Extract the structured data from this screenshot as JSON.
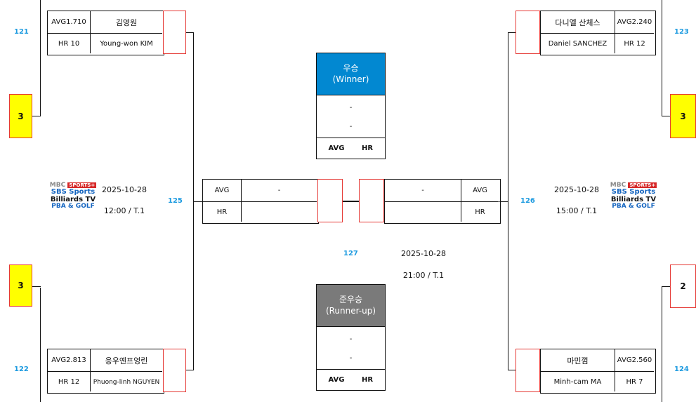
{
  "matches": {
    "m121": {
      "num": "121"
    },
    "m122": {
      "num": "122"
    },
    "m123": {
      "num": "123"
    },
    "m124": {
      "num": "124"
    },
    "m125": {
      "num": "125",
      "date": "2025-10-28",
      "time": "12:00 / T.1"
    },
    "m126": {
      "num": "126",
      "date": "2025-10-28",
      "time": "15:00 / T.1"
    },
    "m127": {
      "num": "127",
      "date": "2025-10-28",
      "time": "21:00 / T.1"
    }
  },
  "players": {
    "p121": {
      "avg": "AVG1.710",
      "name_kr": "김영원",
      "hr": "HR 10",
      "name_en": "Young-won KIM"
    },
    "p122": {
      "avg": "AVG2.813",
      "name_kr": "응우옌프엉린",
      "hr": "HR 12",
      "name_en": "Phuong-linh NGUYEN"
    },
    "p123": {
      "avg": "AVG2.240",
      "name_kr": "다니엘 산체스",
      "hr": "HR 12",
      "name_en": "Daniel SANCHEZ"
    },
    "p124": {
      "avg": "AVG2.560",
      "name_kr": "마민껌",
      "hr": "HR 7",
      "name_en": "Minh-cam MA"
    }
  },
  "scores": {
    "left_top": "3",
    "left_bottom": "3",
    "right_top": "3",
    "right_bottom": "2"
  },
  "semis": {
    "left": {
      "avg_label": "AVG",
      "avg_value": "-",
      "hr_label": "HR"
    },
    "right": {
      "avg_label": "AVG",
      "avg_value": "-",
      "hr_label": "HR"
    }
  },
  "winner": {
    "title_kr": "우승",
    "title_en": "(Winner)",
    "row1": "-",
    "row2": "-",
    "avg_label": "AVG",
    "hr_label": "HR",
    "color": "#0288d1"
  },
  "runner_up": {
    "title_kr": "준우승",
    "title_en": "(Runner-up)",
    "row1": "-",
    "row2": "-",
    "avg_label": "AVG",
    "hr_label": "HR",
    "color": "#7a7a7a"
  },
  "broadcasters": {
    "mbc_a": "MBC",
    "mbc_b": "SPORTS+",
    "sbs": "SBS Sports",
    "billiards": "Billiards TV",
    "pba": "PBA & GOLF"
  },
  "colors": {
    "accent_blue": "#1e9be0",
    "score_win": "#ffff00",
    "score_border": "#e53935"
  }
}
